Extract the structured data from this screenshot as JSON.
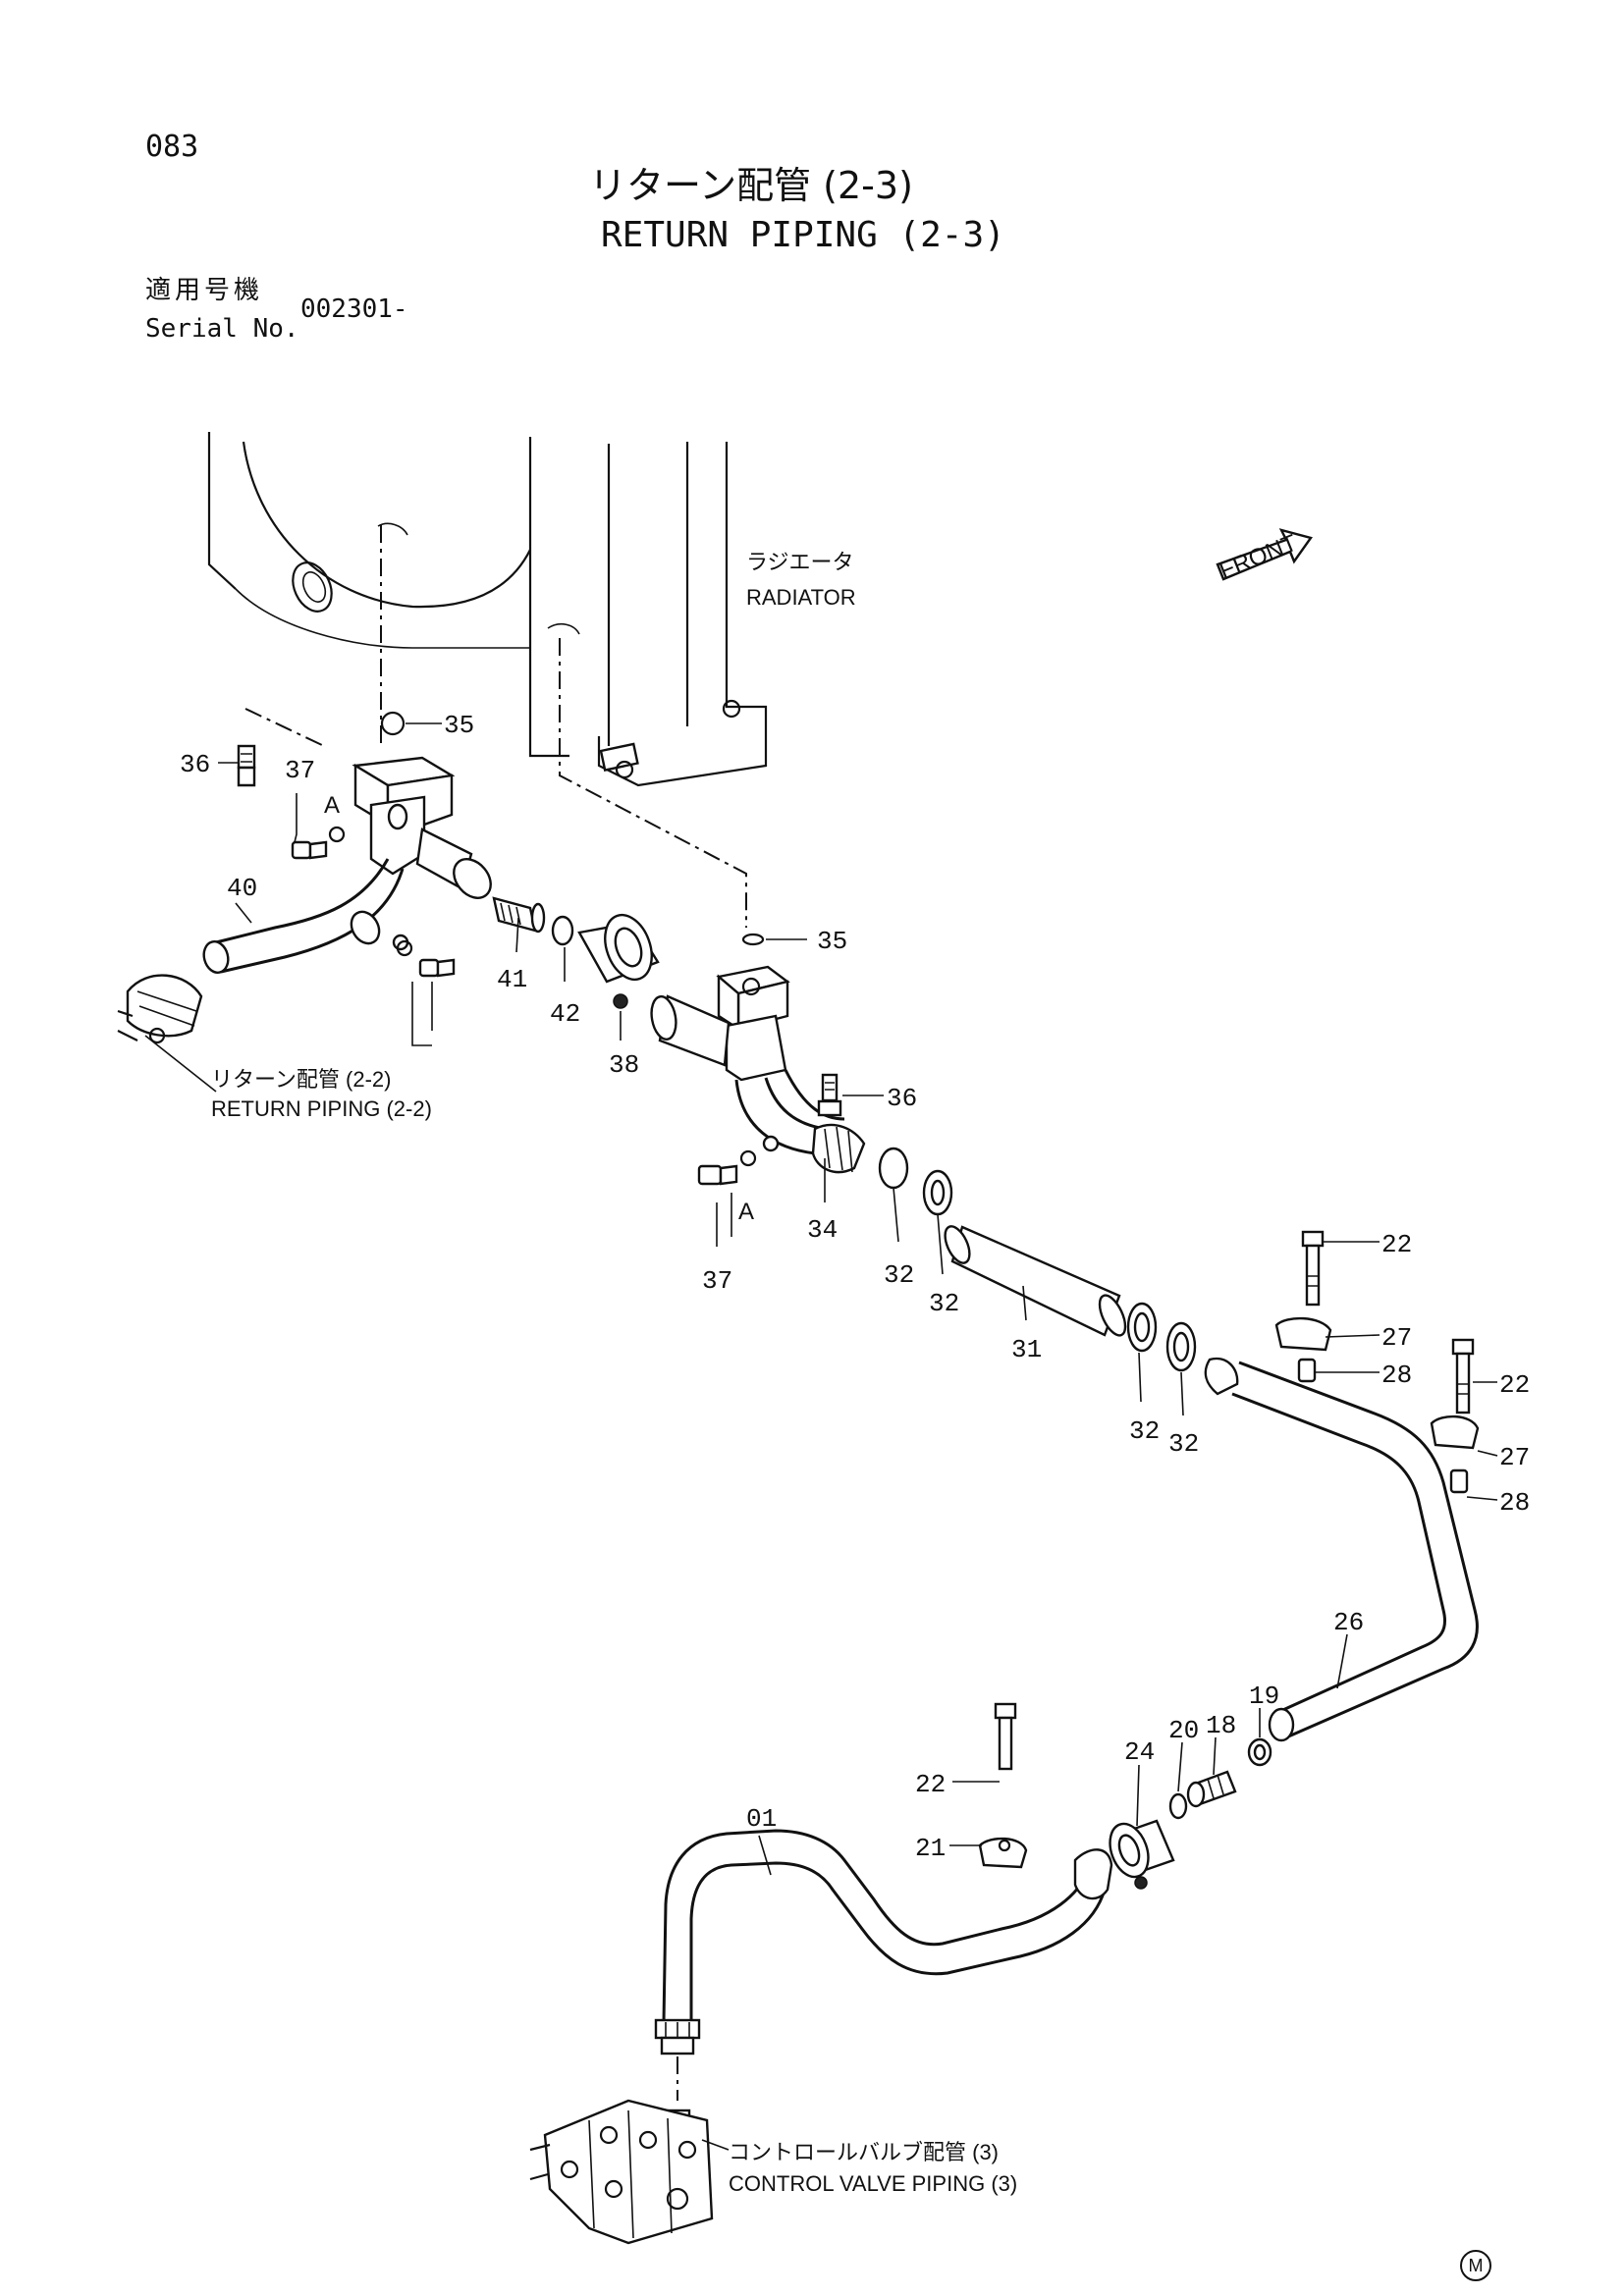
{
  "page_number": "083",
  "title_jp": "リターン配管 (2-3)",
  "title_en": "RETURN PIPING (2-3)",
  "serial": {
    "label_jp": "適用号機",
    "label_en": "Serial No.",
    "value": "002301-"
  },
  "labels": {
    "radiator_jp": "ラジエータ",
    "radiator_en": "RADIATOR",
    "return22_jp": "リターン配管 (2-2)",
    "return22_en": "RETURN PIPING (2-2)",
    "cv_jp": "コントロールバルブ配管 (3)",
    "cv_en": "CONTROL VALVE PIPING (3)",
    "front": "FRONT",
    "mark": "M"
  },
  "callouts": [
    "35",
    "36",
    "37",
    "A",
    "40",
    "41",
    "42",
    "38",
    "35",
    "36",
    "37",
    "A",
    "34",
    "32",
    "32",
    "31",
    "32",
    "32",
    "22",
    "27",
    "28",
    "22",
    "27",
    "28",
    "26",
    "19",
    "18",
    "20",
    "24",
    "22",
    "21",
    "01"
  ]
}
